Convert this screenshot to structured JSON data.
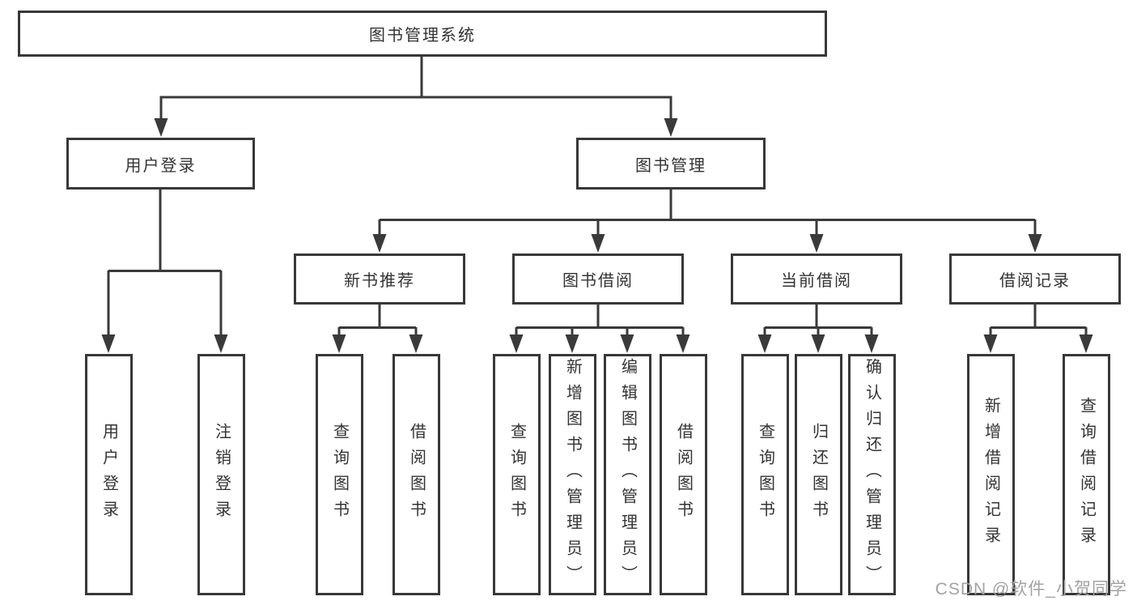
{
  "tree": {
    "root": {
      "label": "图书管理系统"
    },
    "branches": [
      {
        "label": "用户登录",
        "leaves": [
          {
            "label": "用户登录"
          },
          {
            "label": "注销登录"
          }
        ]
      },
      {
        "label": "图书管理",
        "groups": [
          {
            "label": "新书推荐",
            "leaves": [
              {
                "label": "查询图书"
              },
              {
                "label": "借阅图书"
              }
            ]
          },
          {
            "label": "图书借阅",
            "leaves": [
              {
                "label": "查询图书"
              },
              {
                "label": "新增图书（管理员）"
              },
              {
                "label": "编辑图书（管理员）"
              },
              {
                "label": "借阅图书"
              }
            ]
          },
          {
            "label": "当前借阅",
            "leaves": [
              {
                "label": "查询图书"
              },
              {
                "label": "归还图书"
              },
              {
                "label": "确认归还（管理员）"
              }
            ]
          },
          {
            "label": "借阅记录",
            "leaves": [
              {
                "label": "新增借阅记录"
              },
              {
                "label": "查询借阅记录"
              }
            ]
          }
        ]
      }
    ]
  },
  "watermark": {
    "text": "CSDN @软件_小贺同学"
  },
  "colors": {
    "line": "#3a3a3a",
    "text": "#333333",
    "watermark": "#a2a2a2",
    "background": "#ffffff"
  }
}
